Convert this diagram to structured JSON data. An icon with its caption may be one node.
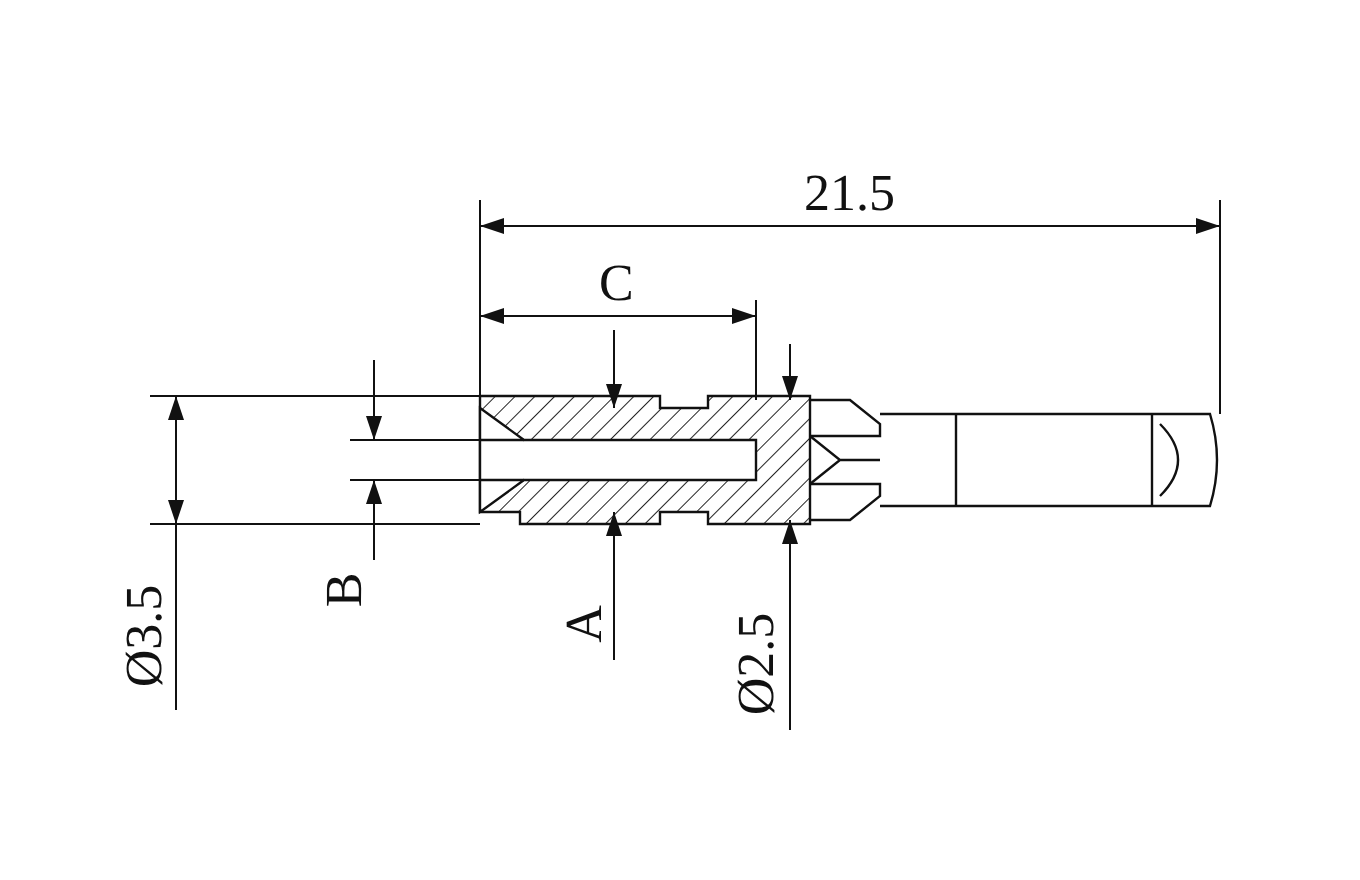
{
  "diagram": {
    "labels": [
      "21.5",
      "C",
      "Ø3.5",
      "B",
      "A",
      "Ø2.5"
    ]
  }
}
